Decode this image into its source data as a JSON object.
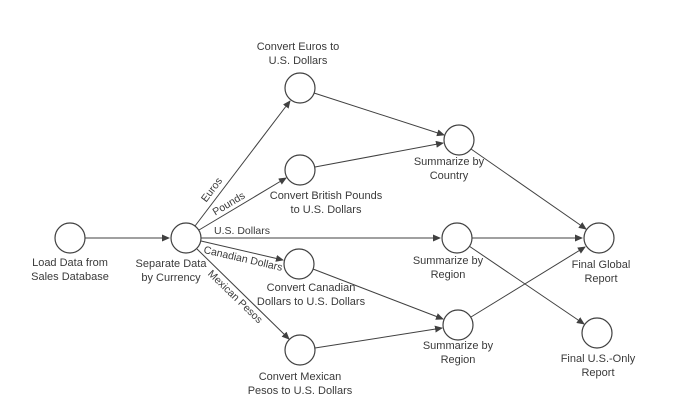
{
  "diagram": {
    "kind": "data-flow-diagram",
    "background_color": "#ffffff",
    "line_color": "#404040",
    "text_color": "#3a3a3a",
    "node_fill_color": "#ffffff",
    "nodes": {
      "load": {
        "label": "Load Data from\nSales Database"
      },
      "separate": {
        "label": "Separate Data\nby Currency"
      },
      "convert_euros": {
        "label": "Convert Euros to\nU.S. Dollars"
      },
      "convert_pounds": {
        "label": "Convert British Pounds\nto U.S. Dollars"
      },
      "convert_canadian": {
        "label": "Convert Canadian\nDollars to U.S. Dollars"
      },
      "convert_mexican": {
        "label": "Convert Mexican\nPesos to U.S. Dollars"
      },
      "summarize_country": {
        "label": "Summarize by\nCountry"
      },
      "summarize_region_us": {
        "label": "Summarize by\nRegion"
      },
      "summarize_region_na": {
        "label": "Summarize by\nRegion"
      },
      "final_global": {
        "label": "Final Global\nReport"
      },
      "final_us_only": {
        "label": "Final U.S.-Only\nReport"
      }
    },
    "edge_labels": {
      "euros": "Euros",
      "pounds": "Pounds",
      "us_dollars": "U.S. Dollars",
      "canadian_dollars": "Canadian Dollars",
      "mexican_pesos": "Mexican Pesos"
    },
    "edges": [
      {
        "from": "load",
        "to": "separate",
        "label": ""
      },
      {
        "from": "separate",
        "to": "convert_euros",
        "label": "Euros"
      },
      {
        "from": "separate",
        "to": "convert_pounds",
        "label": "Pounds"
      },
      {
        "from": "separate",
        "to": "summarize_region_us",
        "label": "U.S. Dollars"
      },
      {
        "from": "separate",
        "to": "convert_canadian",
        "label": "Canadian Dollars"
      },
      {
        "from": "separate",
        "to": "convert_mexican",
        "label": "Mexican Pesos"
      },
      {
        "from": "convert_euros",
        "to": "summarize_country",
        "label": ""
      },
      {
        "from": "convert_pounds",
        "to": "summarize_country",
        "label": ""
      },
      {
        "from": "convert_canadian",
        "to": "summarize_region_na",
        "label": ""
      },
      {
        "from": "convert_mexican",
        "to": "summarize_region_na",
        "label": ""
      },
      {
        "from": "summarize_country",
        "to": "final_global",
        "label": ""
      },
      {
        "from": "summarize_region_us",
        "to": "final_global",
        "label": ""
      },
      {
        "from": "summarize_region_us",
        "to": "final_us_only",
        "label": ""
      },
      {
        "from": "summarize_region_na",
        "to": "final_global",
        "label": ""
      }
    ]
  }
}
